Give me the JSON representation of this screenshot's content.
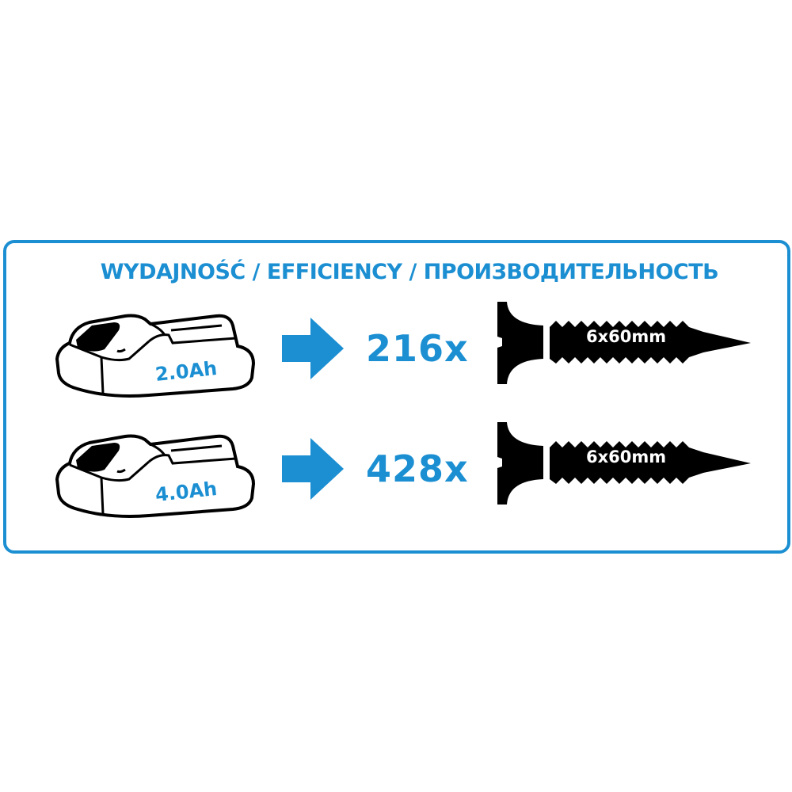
{
  "title": "WYDAJNOŚĆ / EFFICIENCY / ПРОИЗВОДИТЕЛЬНОСТЬ",
  "accent_color": "#1b8fd2",
  "rows": [
    {
      "battery_capacity": "2.0Ah",
      "count": "216x",
      "screw_size": "6x60mm"
    },
    {
      "battery_capacity": "4.0Ah",
      "count": "428x",
      "screw_size": "6x60mm"
    }
  ]
}
